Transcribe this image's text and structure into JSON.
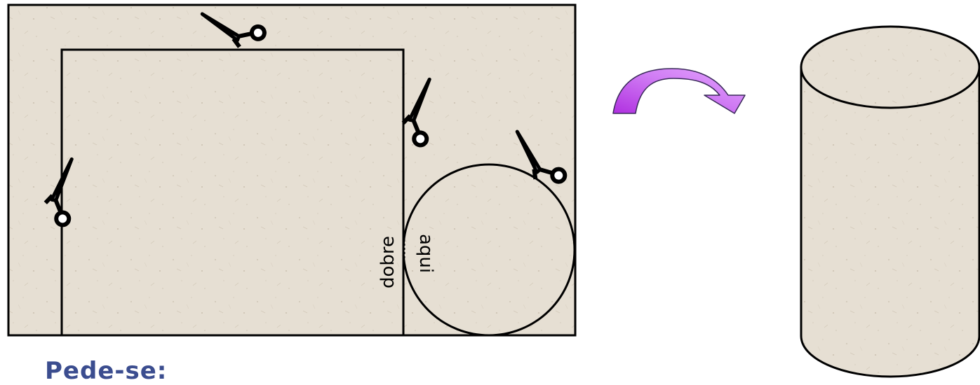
{
  "diagram": {
    "fold_label": "dobre",
    "fold_label_2": "aqui",
    "footer_label": "Pede-se:"
  },
  "colors": {
    "paper": "#e6dfd3",
    "paper_speck": "#cfc6b6",
    "outline": "#000000",
    "arrow": "#b030e0",
    "arrow_light": "#e4a6ff",
    "footer_text": "#3b4d8f"
  },
  "icons": {
    "cut_mark": "scissors-icon",
    "transform": "curved-arrow-icon"
  }
}
